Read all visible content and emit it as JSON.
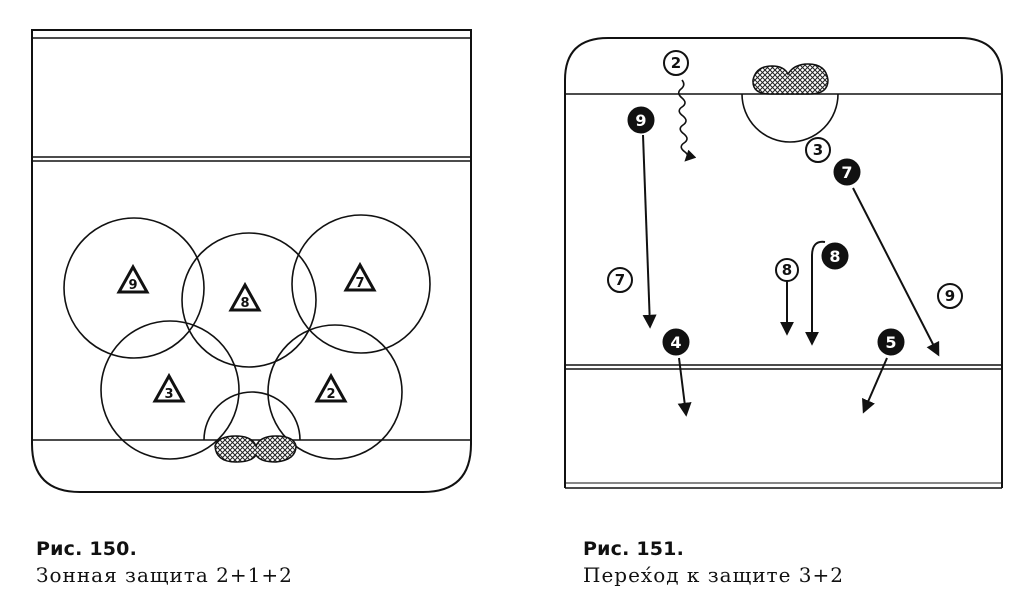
{
  "figures": [
    {
      "caption_number": "Рис. 150.",
      "caption_text": "Зонная защита 2+1+2",
      "defenders": [
        "9",
        "8",
        "7",
        "3",
        "2"
      ]
    },
    {
      "caption_number": "Рис. 151.",
      "caption_text": "Перех́од к защите 3+2",
      "attackers": [
        "2",
        "3",
        "8",
        "7",
        "9"
      ],
      "defenders": [
        "9",
        "7",
        "8",
        "4",
        "5"
      ]
    }
  ]
}
